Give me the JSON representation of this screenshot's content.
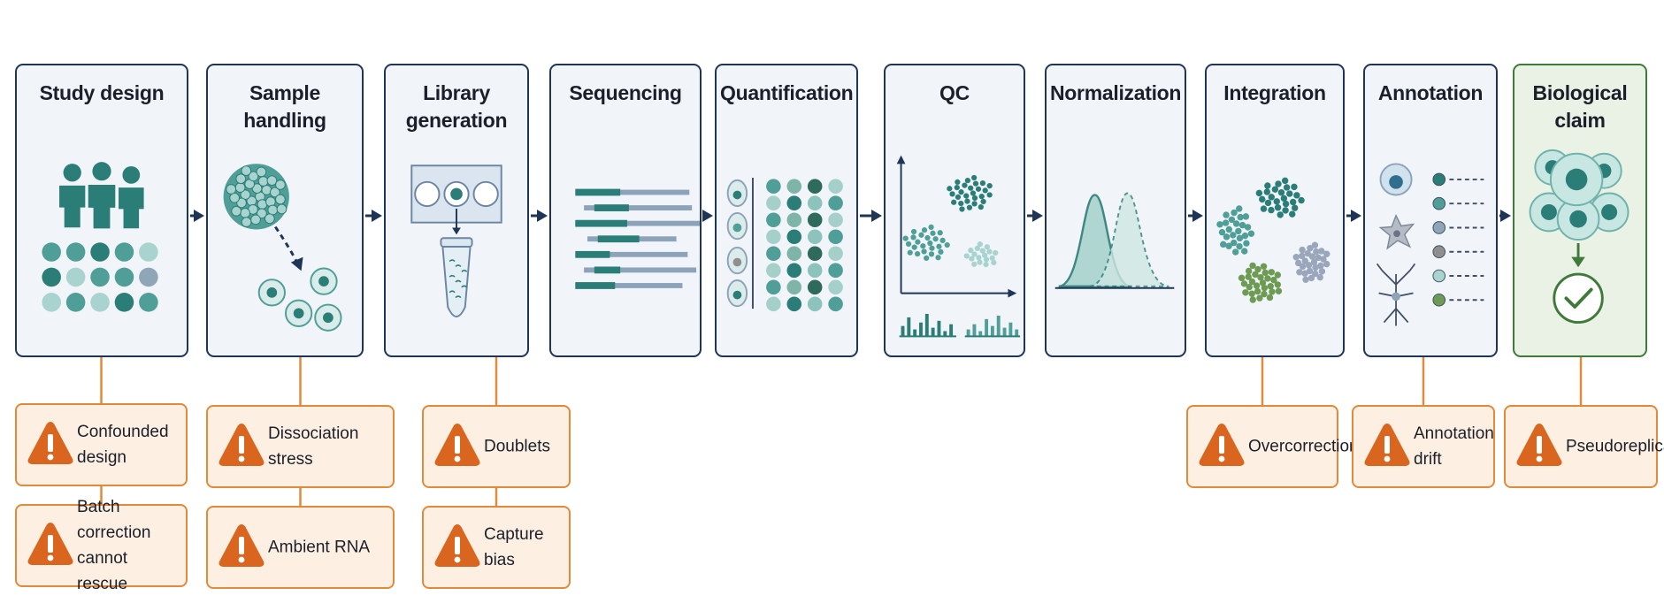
{
  "stages": [
    {
      "id": "study-design",
      "title": [
        "Study design"
      ],
      "icon": "people-and-sample-grid-icon"
    },
    {
      "id": "sample-handling",
      "title": [
        "Sample",
        "handling"
      ],
      "icon": "tissue-dissociation-icon"
    },
    {
      "id": "library-generation",
      "title": [
        "Library",
        "generation"
      ],
      "icon": "droplet-capture-tube-icon"
    },
    {
      "id": "sequencing",
      "title": [
        "Sequencing"
      ],
      "icon": "sequencing-reads-icon"
    },
    {
      "id": "quantification",
      "title": [
        "Quantification"
      ],
      "icon": "count-matrix-icon"
    },
    {
      "id": "qc",
      "title": [
        "QC"
      ],
      "icon": "qc-scatter-histogram-icon"
    },
    {
      "id": "normalization",
      "title": [
        "Normalization"
      ],
      "icon": "distribution-curves-icon"
    },
    {
      "id": "integration",
      "title": [
        "Integration"
      ],
      "icon": "cluster-integration-icon"
    },
    {
      "id": "annotation",
      "title": [
        "Annotation"
      ],
      "icon": "cell-type-labels-icon"
    },
    {
      "id": "biological-claim",
      "title": [
        "Biological",
        "claim"
      ],
      "icon": "cells-checkmark-icon"
    }
  ],
  "pitfalls": [
    {
      "id": "confounded-design",
      "stage": "study-design",
      "row": 1,
      "text": [
        "Confounded",
        "design"
      ]
    },
    {
      "id": "batch-correction",
      "stage": "study-design",
      "row": 2,
      "text": [
        "Batch correction",
        "cannot rescue"
      ]
    },
    {
      "id": "dissociation-stress",
      "stage": "sample-handling",
      "row": 1,
      "text": [
        "Dissociation stress"
      ]
    },
    {
      "id": "ambient-rna",
      "stage": "sample-handling",
      "row": 2,
      "text": [
        "Ambient RNA"
      ]
    },
    {
      "id": "doublets",
      "stage": "library-generation",
      "row": 1,
      "text": [
        "Doublets"
      ]
    },
    {
      "id": "capture-bias",
      "stage": "library-generation",
      "row": 2,
      "text": [
        "Capture bias"
      ]
    },
    {
      "id": "overcorrection",
      "stage": "integration",
      "row": 1,
      "text": [
        "Overcorrection"
      ]
    },
    {
      "id": "annotation-drift",
      "stage": "annotation",
      "row": 1,
      "text": [
        "Annotation",
        "drift"
      ]
    },
    {
      "id": "pseudoreplication",
      "stage": "biological-claim",
      "row": 1,
      "text": [
        "Pseudoreplication"
      ]
    }
  ],
  "colors": {
    "stage_border": "#1f3557",
    "stage_fill": "#f1f5fa",
    "claim_border": "#3f7a3a",
    "claim_fill": "#eaf2e6",
    "arrow": "#1f3557",
    "teal_dark": "#2b7d78",
    "teal": "#4f9e98",
    "teal_light": "#a9d3ce",
    "warning_fill": "#fdf0e2",
    "warning_border": "#e08a3c",
    "warning_icon": "#d9651e"
  }
}
